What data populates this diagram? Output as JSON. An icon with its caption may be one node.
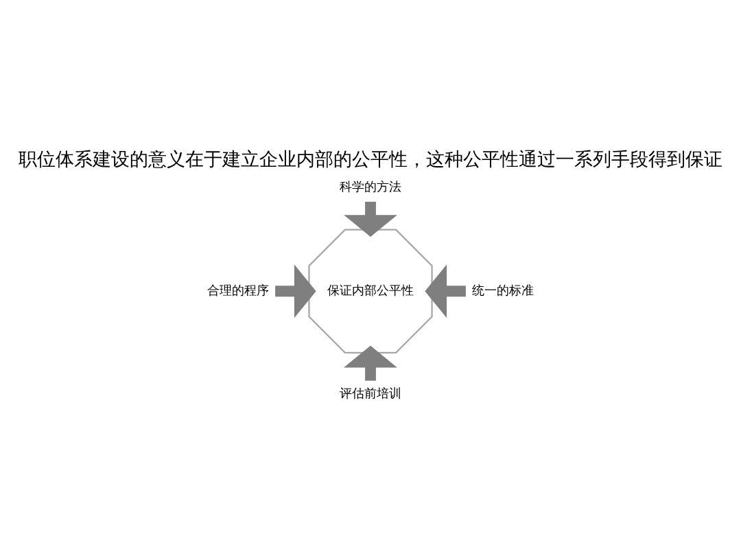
{
  "diagram": {
    "title": "职位体系建设的意义在于建立企业内部的公平性，这种公平性通过一系列手段得到保证",
    "nodes": [
      {
        "text": [
          "科学的方法"
        ]
      },
      {
        "text": [
          "保证内部公平性"
        ]
      },
      {
        "text": [
          "合理的程序"
        ]
      },
      {
        "text": [
          "统一的标准"
        ]
      },
      {
        "text": [
          "评估前培训"
        ]
      }
    ],
    "edges": [
      {
        "from": 0,
        "to": 1,
        "arrow": "to"
      },
      {
        "from": 2,
        "to": 1,
        "arrow": "to"
      },
      {
        "from": 3,
        "to": 1,
        "arrow": "to"
      },
      {
        "from": 4,
        "to": 1,
        "arrow": "to"
      }
    ]
  }
}
